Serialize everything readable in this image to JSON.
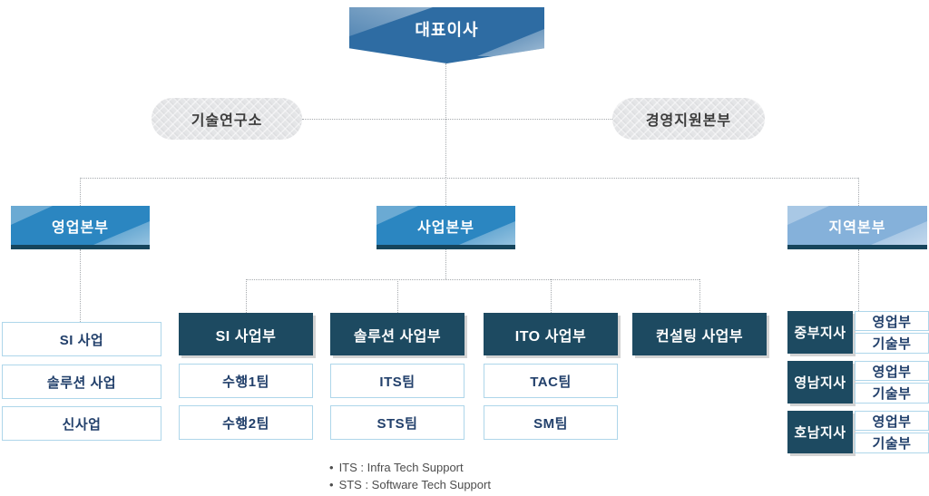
{
  "org": {
    "root": {
      "label": "대표이사"
    },
    "staff": [
      {
        "label": "기술연구소"
      },
      {
        "label": "경영지원본부"
      }
    ],
    "divisions": [
      {
        "label": "영업본부",
        "units": [
          "SI 사업",
          "솔루션 사업",
          "신사업"
        ]
      },
      {
        "label": "사업본부",
        "departments": [
          {
            "label": "SI 사업부",
            "teams": [
              "수행1팀",
              "수행2팀"
            ]
          },
          {
            "label": "솔루션 사업부",
            "teams": [
              "ITS팀",
              "STS팀"
            ]
          },
          {
            "label": "ITO 사업부",
            "teams": [
              "TAC팀",
              "SM팀"
            ]
          },
          {
            "label": "컨설팅 사업부",
            "teams": []
          }
        ]
      },
      {
        "label": "지역본부",
        "branches": [
          {
            "label": "중부지사",
            "units": [
              "영업부",
              "기술부"
            ]
          },
          {
            "label": "영남지사",
            "units": [
              "영업부",
              "기술부"
            ]
          },
          {
            "label": "호남지사",
            "units": [
              "영업부",
              "기술부"
            ]
          }
        ]
      }
    ],
    "footnotes": [
      {
        "bullet": "•",
        "text": "ITS : Infra Tech Support"
      },
      {
        "bullet": "•",
        "text": "STS : Software Tech Support"
      }
    ]
  },
  "colors": {
    "ceo_blue": "#2e6ca3",
    "division_blue": "#2b86c1",
    "division_light_blue": "#85b1da",
    "department_navy": "#1d4a61",
    "dark_strip": "#16455c",
    "box_border": "#aed6ea",
    "pill_gray": "#e4e5e7",
    "connector_gray": "#a6aaae"
  }
}
